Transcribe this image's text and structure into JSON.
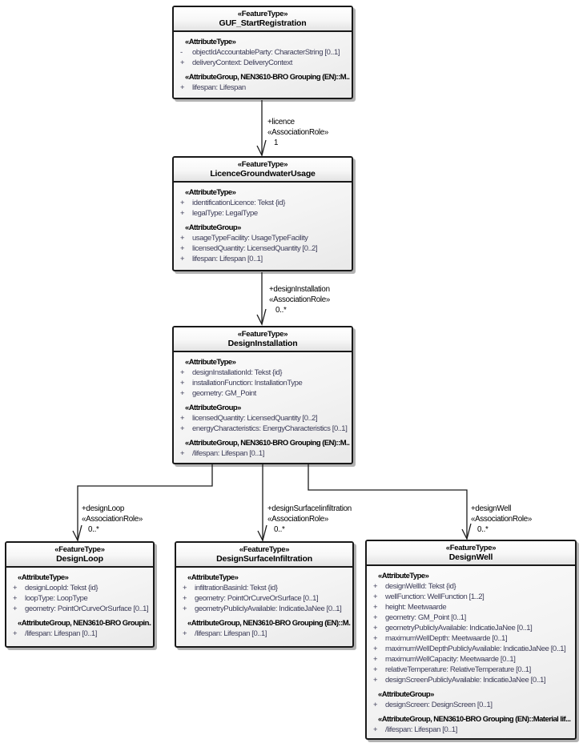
{
  "classes": [
    {
      "stereotype": "«FeatureType»",
      "name": "GUF_StartRegistration",
      "sections": [
        {
          "header": "«AttributeType»",
          "rows": [
            {
              "vis": "-",
              "text": "objectIdAccountableParty: CharacterString [0..1]"
            },
            {
              "vis": "+",
              "text": "deliveryContext: DeliveryContext"
            }
          ]
        },
        {
          "header": "«AttributeGroup, NEN3610-BRO Grouping (EN)::M...",
          "rows": [
            {
              "vis": "+",
              "text": "lifespan: Lifespan"
            }
          ]
        }
      ]
    },
    {
      "stereotype": "«FeatureType»",
      "name": "LicenceGroundwaterUsage",
      "sections": [
        {
          "header": "«AttributeType»",
          "rows": [
            {
              "vis": "+",
              "text": "identificationLicence: Tekst {id}"
            },
            {
              "vis": "+",
              "text": "legalType: LegalType"
            }
          ]
        },
        {
          "header": "«AttributeGroup»",
          "rows": [
            {
              "vis": "+",
              "text": "usageTypeFacility: UsageTypeFacility"
            },
            {
              "vis": "+",
              "text": "licensedQuantity: LicensedQuantity [0..2]"
            },
            {
              "vis": "+",
              "text": "lifespan: Lifespan [0..1]"
            }
          ]
        }
      ]
    },
    {
      "stereotype": "«FeatureType»",
      "name": "DesignInstallation",
      "sections": [
        {
          "header": "«AttributeType»",
          "rows": [
            {
              "vis": "+",
              "text": "designInstallationId: Tekst {id}"
            },
            {
              "vis": "+",
              "text": "installationFunction: InstallationType"
            },
            {
              "vis": "+",
              "text": "geometry: GM_Point"
            }
          ]
        },
        {
          "header": "«AttributeGroup»",
          "rows": [
            {
              "vis": "+",
              "text": "licensedQuantity: LicensedQuantity [0..2]"
            },
            {
              "vis": "+",
              "text": "energyCharacteristics: EnergyCharacteristics [0..1]"
            }
          ]
        },
        {
          "header": "«AttributeGroup, NEN3610-BRO Grouping (EN)::M...",
          "rows": [
            {
              "vis": "+",
              "text": "/lifespan: Lifespan [0..1]"
            }
          ]
        }
      ]
    },
    {
      "stereotype": "«FeatureType»",
      "name": "DesignLoop",
      "sections": [
        {
          "header": "«AttributeType»",
          "rows": [
            {
              "vis": "+",
              "text": "designLoopId: Tekst {id}"
            },
            {
              "vis": "+",
              "text": "loopType: LoopType"
            },
            {
              "vis": "+",
              "text": "geometry: PointOrCurveOrSurface [0..1]"
            }
          ]
        },
        {
          "header": "«AttributeGroup, NEN3610-BRO Groupin...",
          "rows": [
            {
              "vis": "+",
              "text": "/lifespan: Lifespan [0..1]"
            }
          ]
        }
      ]
    },
    {
      "stereotype": "«FeatureType»",
      "name": "DesignSurfaceInfiltration",
      "sections": [
        {
          "header": "«AttributeType»",
          "rows": [
            {
              "vis": "+",
              "text": "infiltrationBasinId: Tekst {id}"
            },
            {
              "vis": "+",
              "text": "geometry: PointOrCurveOrSurface [0..1]"
            },
            {
              "vis": "+",
              "text": "geometryPubliclyAvailable: IndicatieJaNee [0..1]"
            }
          ]
        },
        {
          "header": "«AttributeGroup, NEN3610-BRO Grouping (EN)::M...",
          "rows": [
            {
              "vis": "+",
              "text": "/lifespan: Lifespan [0..1]"
            }
          ]
        }
      ]
    },
    {
      "stereotype": "«FeatureType»",
      "name": "DesignWell",
      "sections": [
        {
          "header": "«AttributeType»",
          "rows": [
            {
              "vis": "+",
              "text": "designWellId: Tekst {id}"
            },
            {
              "vis": "+",
              "text": "wellFunction: WellFunction [1..2]"
            },
            {
              "vis": "+",
              "text": "height: Meetwaarde"
            },
            {
              "vis": "+",
              "text": "geometry: GM_Point [0..1]"
            },
            {
              "vis": "+",
              "text": "geometryPubliclyAvailable: IndicatieJaNee [0..1]"
            },
            {
              "vis": "+",
              "text": "maximumWellDepth: Meetwaarde [0..1]"
            },
            {
              "vis": "+",
              "text": "maximumWellDepthPubliclyAvailable: IndicatieJaNee [0..1]"
            },
            {
              "vis": "+",
              "text": "maximumWellCapacity: Meetwaarde [0..1]"
            },
            {
              "vis": "+",
              "text": "relativeTemperature: RelativeTemperature [0..1]"
            },
            {
              "vis": "+",
              "text": "designScreenPubliclyAvailable: IndicatieJaNee [0..1]"
            }
          ]
        },
        {
          "header": "«AttributeGroup»",
          "rows": [
            {
              "vis": "+",
              "text": "designScreen: DesignScreen [0..1]"
            }
          ]
        },
        {
          "header": "«AttributeGroup, NEN3610-BRO Grouping (EN)::Material lif...",
          "rows": [
            {
              "vis": "+",
              "text": "/lifespan: Lifespan [0..1]"
            }
          ]
        }
      ]
    }
  ],
  "associations": [
    {
      "role": "+licence",
      "stereotype": "«AssociationRole»",
      "multiplicity": "1"
    },
    {
      "role": "+designInstallation",
      "stereotype": "«AssociationRole»",
      "multiplicity": "0..*"
    },
    {
      "role": "+designLoop",
      "stereotype": "«AssociationRole»",
      "multiplicity": "0..*"
    },
    {
      "role": "+designSurfaceIinfiltration",
      "stereotype": "«AssociationRole»",
      "multiplicity": "0..*"
    },
    {
      "role": "+designWell",
      "stereotype": "«AssociationRole»",
      "multiplicity": "0..*"
    }
  ]
}
